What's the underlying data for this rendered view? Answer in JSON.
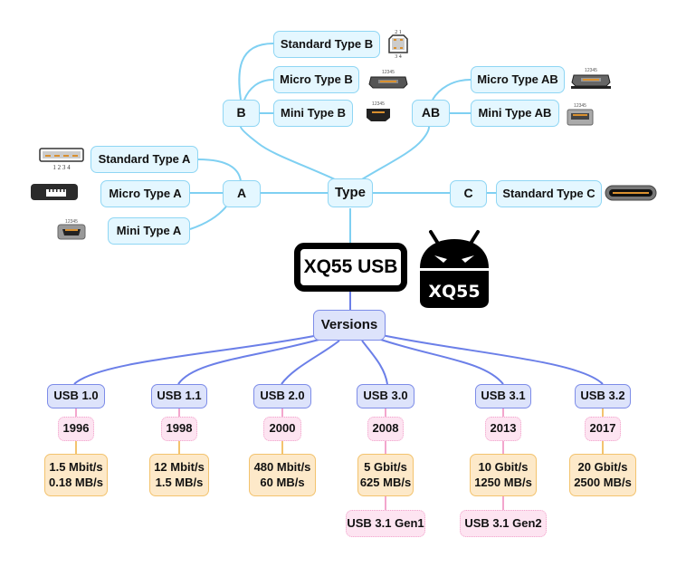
{
  "root": {
    "label": "XQ55 USB"
  },
  "logo": {
    "text": "XQ55"
  },
  "type": {
    "label": "Type",
    "groups": {
      "A": {
        "label": "A",
        "children": [
          "Standard Type A",
          "Micro Type A",
          "Mini Type A"
        ]
      },
      "B": {
        "label": "B",
        "children": [
          "Standard Type B",
          "Micro Type B",
          "Mini Type B"
        ]
      },
      "AB": {
        "label": "AB",
        "children": [
          "Micro Type AB",
          "Mini Type AB"
        ]
      },
      "C": {
        "label": "C",
        "children": [
          "Standard Type C"
        ]
      }
    },
    "icons": {
      "standard_a_pins": "1 2 3 4",
      "standard_b_pins_top": "2 1",
      "standard_b_pins_bottom": "3 4",
      "small_pins": "12345"
    }
  },
  "versions": {
    "label": "Versions",
    "items": [
      {
        "name": "USB 1.0",
        "year": "1996",
        "speed_bit": "1.5 Mbit/s",
        "speed_byte": "0.18 MB/s"
      },
      {
        "name": "USB 1.1",
        "year": "1998",
        "speed_bit": "12 Mbit/s",
        "speed_byte": "1.5 MB/s"
      },
      {
        "name": "USB 2.0",
        "year": "2000",
        "speed_bit": "480 Mbit/s",
        "speed_byte": "60 MB/s"
      },
      {
        "name": "USB 3.0",
        "year": "2008",
        "speed_bit": "5 Gbit/s",
        "speed_byte": "625 MB/s",
        "alias": "USB 3.1 Gen1"
      },
      {
        "name": "USB 3.1",
        "year": "2013",
        "speed_bit": "10 Gbit/s",
        "speed_byte": "1250 MB/s",
        "alias": "USB 3.1 Gen2"
      },
      {
        "name": "USB 3.2",
        "year": "2017",
        "speed_bit": "20 Gbit/s",
        "speed_byte": "2500 MB/s"
      }
    ]
  },
  "colors": {
    "type_line": "#7fd0f2",
    "version_line": "#6b7fe8",
    "year_line": "#f3a6cd",
    "speed_line": "#f3c36e",
    "root_border": "#000000"
  }
}
